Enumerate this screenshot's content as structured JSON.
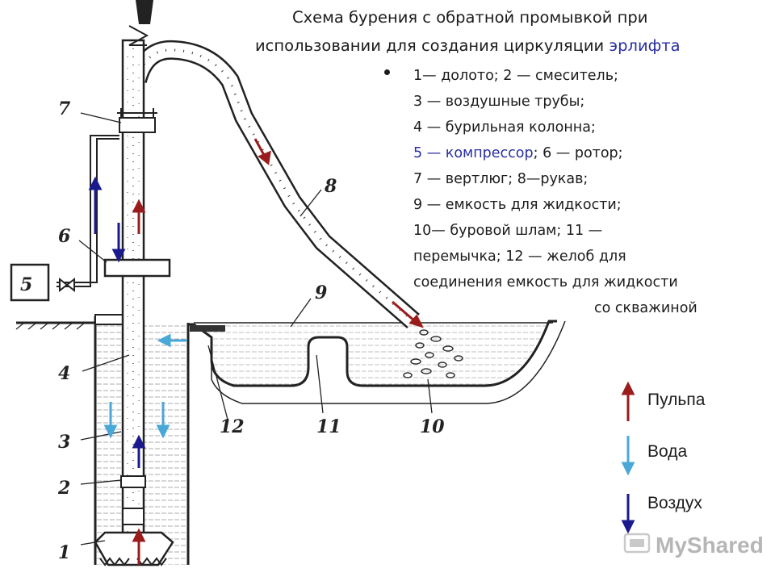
{
  "title": {
    "line1": "Схема бурения с обратной промывкой при",
    "line2_prefix": "использовании для создания циркуляции ",
    "line2_link": "эрлифта"
  },
  "legend_text": [
    {
      "a": "1— долото; 2 — смеситель;",
      "b": ""
    },
    {
      "a": "3 — воздушные трубы;",
      "b": ""
    },
    {
      "a": "4 — бурильная колонна;",
      "b": ""
    },
    {
      "a": "5 — компрессор",
      "b": "; 6 — ротор;"
    },
    {
      "a": "7 — вертлюг; 8—рукав;",
      "b": ""
    },
    {
      "a": "9 — емкость для жидкости;",
      "b": ""
    },
    {
      "a": "10— буровой шлам; 11 —",
      "b": ""
    },
    {
      "a": "перемычка; 12 — желоб для",
      "b": ""
    },
    {
      "a": "соединения емкость для жидкости",
      "b": ""
    },
    {
      "a": "со  скважиной",
      "b": ""
    }
  ],
  "flow_legend": [
    {
      "label": "Пульпа",
      "color": "#9b1c1c"
    },
    {
      "label": "Вода",
      "color": "#4aa8d8"
    },
    {
      "label": "Воздух",
      "color": "#1a1a8c"
    }
  ],
  "part_numbers": [
    "7",
    "6",
    "5",
    "4",
    "3",
    "2",
    "1",
    "8",
    "9",
    "12",
    "11",
    "10"
  ],
  "watermark": "MyShared"
}
